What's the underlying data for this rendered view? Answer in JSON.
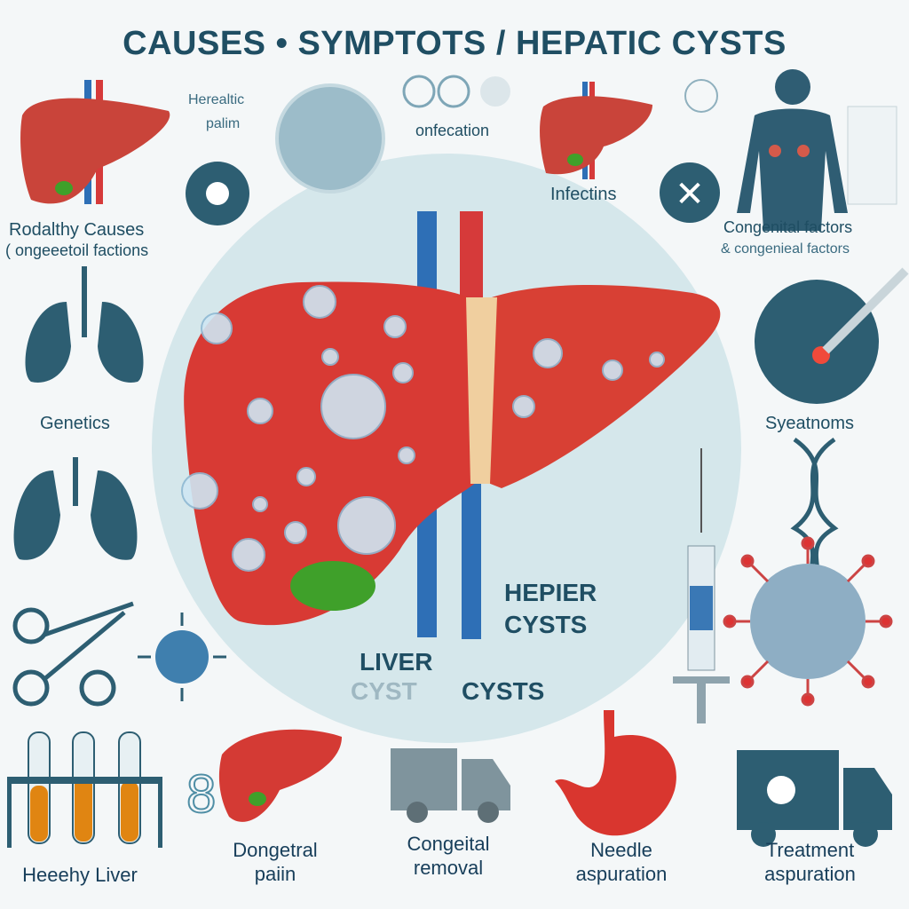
{
  "title": "CAUSES • SYMPTOTS / HEPATIC CYSTS",
  "labels": {
    "herealtic_line1": "Herealtic",
    "herealtic_line2": "palim",
    "onfecation": "onfecation",
    "infectins": "Infectins",
    "rodalthy_line1": "Rodalthy Causes",
    "rodalthy_line2": "( ongeeetoil factions",
    "congenital_line1": "Congenital factors",
    "congenital_line2": "& congenieal factors",
    "genetics": "Genetics",
    "syeatnoms": "Syeatnoms",
    "hepier": "HEPIER",
    "cysts_upper": "CYSTS",
    "liver": "LIVER",
    "cyst_faded": "CYST",
    "cysts_lower": "CYSTS"
  },
  "bottom": [
    {
      "line1": "Heeehy Liver",
      "line2": ""
    },
    {
      "line1": "Dongetral",
      "line2": "paiin"
    },
    {
      "line1": "Congeital",
      "line2": "removal"
    },
    {
      "line1": "Needle",
      "line2": "aspuration"
    },
    {
      "line1": "Treatment",
      "line2": "aspuration"
    }
  ],
  "colors": {
    "teal": "#1f4e63",
    "liver": "#d83a34",
    "circle": "#d5e7eb",
    "gall": "#3fa02a"
  }
}
